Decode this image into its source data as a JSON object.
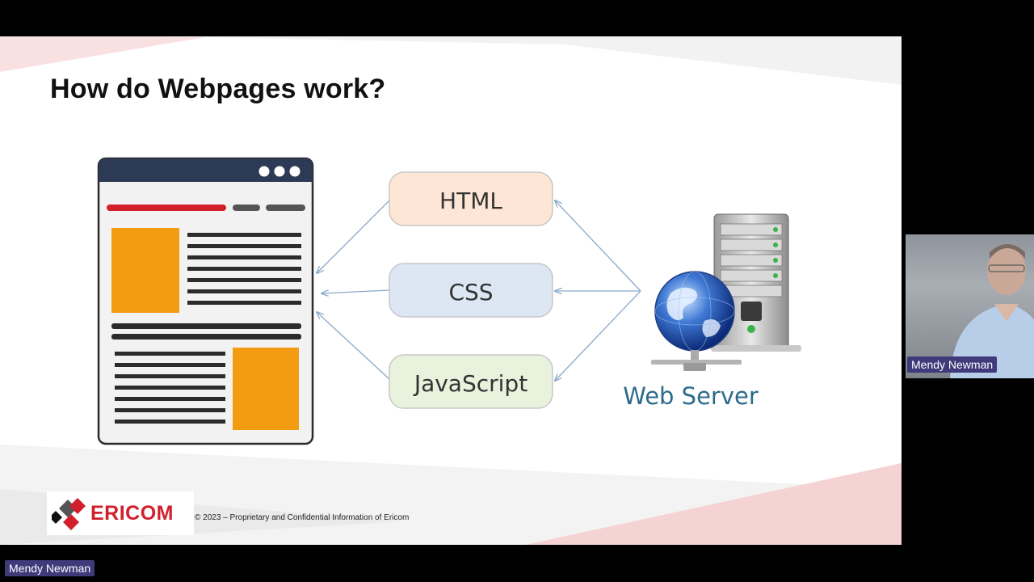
{
  "slide": {
    "title": "How do Webpages work?",
    "boxes": [
      {
        "label": "HTML",
        "fill": "#fde6d6"
      },
      {
        "label": "CSS",
        "fill": "#dde6f3"
      },
      {
        "label": "JavaScript",
        "fill": "#e9f2dd"
      }
    ],
    "server_label": "Web Server",
    "logo_text": "ERICOM",
    "copyright": "© 2023 – Proprietary and Confidential Information of Ericom"
  },
  "participants": {
    "camera_name": "Mendy Newman",
    "speaker_name": "Mendy Newman"
  },
  "colors": {
    "accent_red": "#d11f2b",
    "orange": "#f39c12",
    "browser_bar": "#2d3a55",
    "name_tag": "#3f3a7a",
    "server_text": "#2c6b8a"
  },
  "icons": [
    "browser-window-icon",
    "web-server-icon",
    "globe-icon",
    "ericom-logo-icon"
  ]
}
